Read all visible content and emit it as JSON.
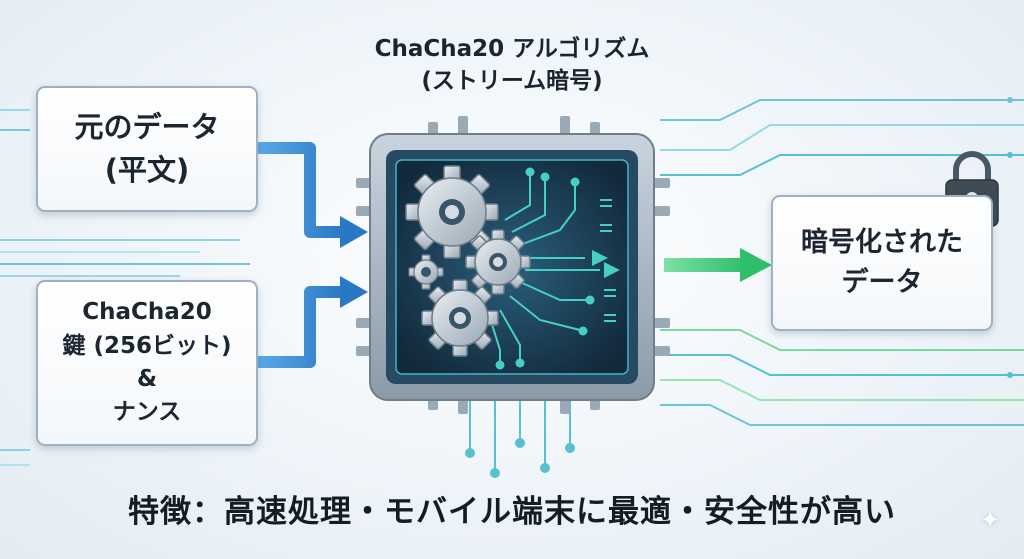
{
  "title": {
    "line1": "ChaCha20 アルゴリズム",
    "line2": "(ストリーム暗号)"
  },
  "inputs": {
    "plaintext": {
      "line1": "元のデータ",
      "line2": "(平文)"
    },
    "key_nonce": {
      "line1": "ChaCha20",
      "line2": "鍵 (256ビット)",
      "line3": "&",
      "line4": "ナンス"
    }
  },
  "output": {
    "line1": "暗号化された",
    "line2": "データ"
  },
  "footer": {
    "text": "特徴：高速処理・モバイル端末に最適・安全性が高い"
  },
  "icons": [
    "gear-icon",
    "lock-icon",
    "arrow-icon",
    "chip-icon",
    "sparkle-icon"
  ],
  "colors": {
    "input_arrow": "#3a8fd6",
    "output_arrow": "#3fcf7a",
    "circuit_teal": "#2fb3c9",
    "chip_body": "#1d3b52",
    "box_border": "#9fb0c0"
  }
}
